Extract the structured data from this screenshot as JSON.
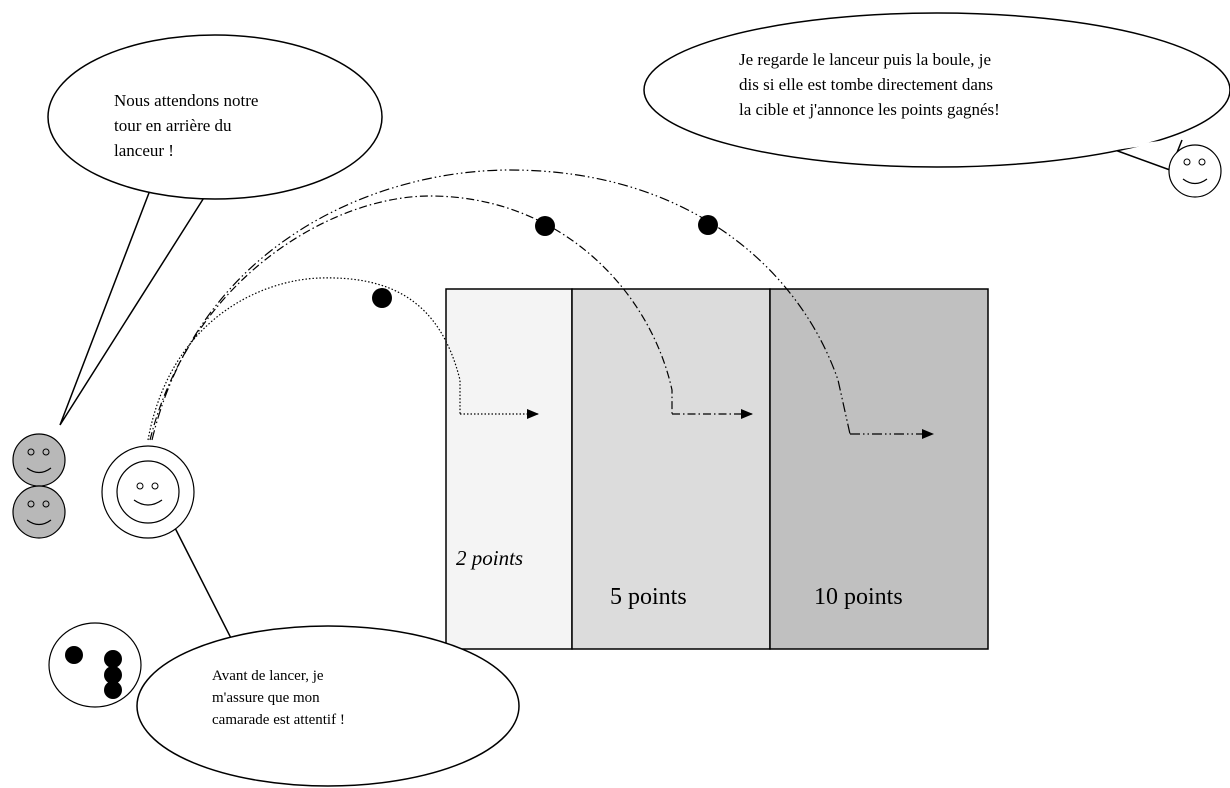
{
  "bubbles": {
    "waiting": {
      "lines": [
        "Nous attendons notre",
        "tour en arrière du",
        "lanceur !"
      ]
    },
    "judge": {
      "lines": [
        "Je regarde le lanceur puis la boule,  je",
        "dis si elle est tombe directement dans",
        "la cible et j'annonce les points gagnés!"
      ]
    },
    "thrower": {
      "lines": [
        "Avant de lancer, je",
        "m'assure que mon",
        "camarade est attentif !"
      ]
    }
  },
  "zones": [
    {
      "label": "2 points",
      "fill": "#f4f4f4",
      "italic": true
    },
    {
      "label": "5 points",
      "fill": "#dcdcdc",
      "italic": false
    },
    {
      "label": "10 points",
      "fill": "#c0c0c0",
      "italic": false
    }
  ],
  "colors": {
    "waiting_face": "#b8b8b8",
    "outline": "#000000",
    "ball": "#000000"
  },
  "icons": [
    "smiley-face-icon",
    "ball-icon",
    "arrow-icon"
  ]
}
